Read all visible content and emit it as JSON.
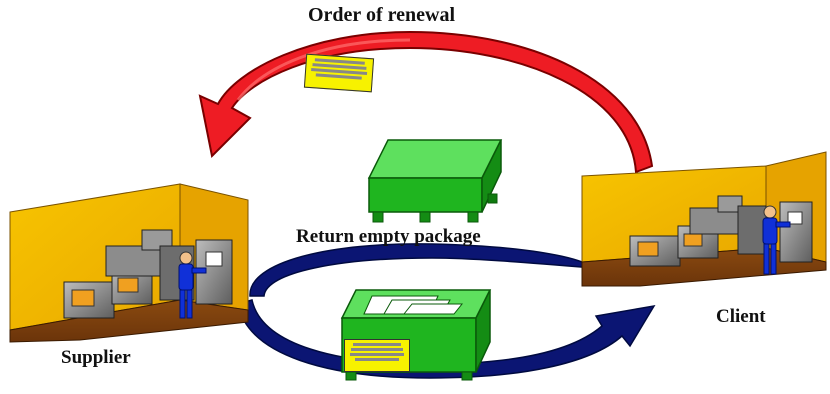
{
  "diagram": {
    "title": "Order of renewal",
    "return_label": "Return empty package",
    "supplier_label": "Supplier",
    "client_label": "Client"
  },
  "colors": {
    "renewal_arrow": "#ee1c24",
    "return_loop": "#0b1573",
    "container": "#1fb51f",
    "room_wall": "#f4b400",
    "room_floor": "#7a3d0d",
    "kanban_card": "#f7f200",
    "operator": "#1030d8"
  }
}
